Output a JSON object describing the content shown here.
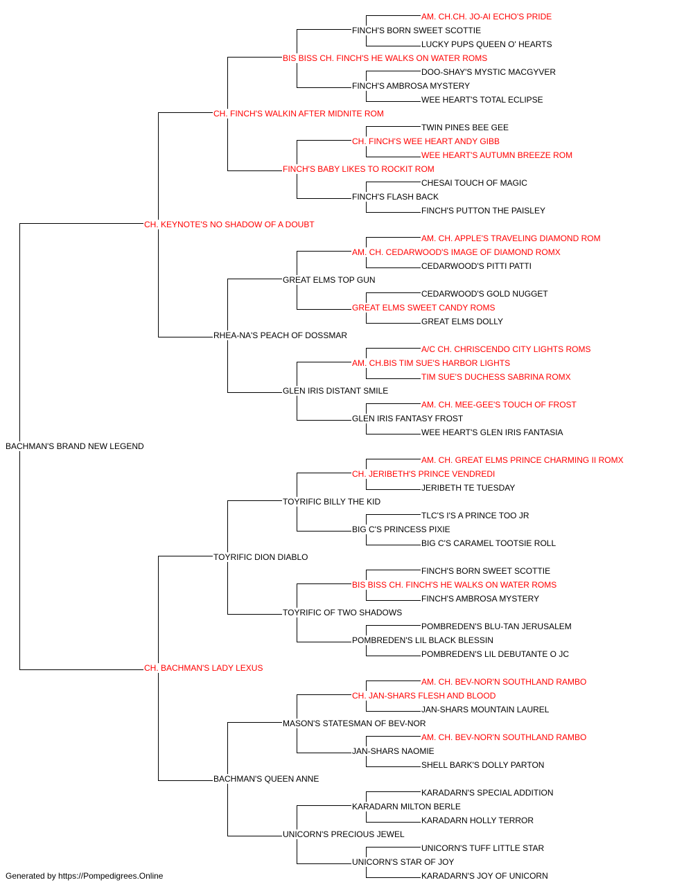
{
  "colors": {
    "titled": "#ff0000",
    "plain": "#000000",
    "line": "#000000"
  },
  "subject": {
    "name": "BACHMAN'S BRAND NEW LEGEND",
    "titled": false
  },
  "parents": [
    {
      "name": "CH. KEYNOTE'S NO SHADOW OF A DOUBT",
      "titled": true
    },
    {
      "name": "CH. BACHMAN'S LADY LEXUS",
      "titled": true
    }
  ],
  "grandparents": [
    {
      "name": "CH. FINCH'S WALKIN AFTER MIDNITE ROM",
      "titled": true
    },
    {
      "name": "RHEA-NA'S PEACH OF DOSSMAR",
      "titled": false
    },
    {
      "name": "TOYRIFIC DION DIABLO",
      "titled": false
    },
    {
      "name": "BACHMAN'S QUEEN ANNE",
      "titled": false
    }
  ],
  "great_grandparents": [
    {
      "name": "BIS BISS CH. FINCH'S HE WALKS ON WATER ROMS",
      "titled": true
    },
    {
      "name": "FINCH'S BABY LIKES TO ROCKIT ROM",
      "titled": true
    },
    {
      "name": "GREAT ELMS TOP GUN",
      "titled": false
    },
    {
      "name": "GLEN IRIS DISTANT SMILE",
      "titled": false
    },
    {
      "name": "TOYRIFIC BILLY THE KID",
      "titled": false
    },
    {
      "name": "TOYRIFIC OF TWO SHADOWS",
      "titled": false
    },
    {
      "name": "MASON'S STATESMAN OF BEV-NOR",
      "titled": false
    },
    {
      "name": "UNICORN'S PRECIOUS JEWEL",
      "titled": false
    }
  ],
  "gen4": [
    {
      "name": "FINCH'S BORN SWEET SCOTTIE",
      "titled": false
    },
    {
      "name": "FINCH'S AMBROSA MYSTERY",
      "titled": false
    },
    {
      "name": "CH. FINCH'S WEE HEART ANDY GIBB",
      "titled": true
    },
    {
      "name": "FINCH'S FLASH BACK",
      "titled": false
    },
    {
      "name": "AM. CH. CEDARWOOD'S IMAGE OF DIAMOND ROMX",
      "titled": true
    },
    {
      "name": "GREAT ELMS SWEET CANDY ROMS",
      "titled": true
    },
    {
      "name": "AM. CH.BIS TIM SUE'S HARBOR LIGHTS",
      "titled": true
    },
    {
      "name": "GLEN IRIS FANTASY FROST",
      "titled": false
    },
    {
      "name": "CH. JERIBETH'S PRINCE VENDREDI",
      "titled": true
    },
    {
      "name": "BIG C'S PRINCESS PIXIE",
      "titled": false
    },
    {
      "name": "BIS BISS CH. FINCH'S HE WALKS ON WATER ROMS",
      "titled": true
    },
    {
      "name": "POMBREDEN'S LIL BLACK BLESSIN",
      "titled": false
    },
    {
      "name": "CH. JAN-SHARS FLESH AND BLOOD",
      "titled": true
    },
    {
      "name": "JAN-SHARS NAOMIE",
      "titled": false
    },
    {
      "name": "KARADARN MILTON BERLE",
      "titled": false
    },
    {
      "name": "UNICORN'S STAR OF JOY",
      "titled": false
    }
  ],
  "gen5": [
    {
      "name": "AM. CH.CH. JO-AI ECHO'S PRIDE",
      "titled": true
    },
    {
      "name": "LUCKY PUPS QUEEN O' HEARTS",
      "titled": false
    },
    {
      "name": "DOO-SHAY'S MYSTIC MACGYVER",
      "titled": false
    },
    {
      "name": "WEE HEART'S TOTAL ECLIPSE",
      "titled": false
    },
    {
      "name": "TWIN PINES BEE GEE",
      "titled": false
    },
    {
      "name": "WEE HEART'S AUTUMN BREEZE ROM",
      "titled": true
    },
    {
      "name": "CHESAI TOUCH OF MAGIC",
      "titled": false
    },
    {
      "name": "FINCH'S PUTTON THE PAISLEY",
      "titled": false
    },
    {
      "name": "AM. CH. APPLE'S TRAVELING DIAMOND ROM",
      "titled": true
    },
    {
      "name": "CEDARWOOD'S PITTI PATTI",
      "titled": false
    },
    {
      "name": "CEDARWOOD'S GOLD NUGGET",
      "titled": false
    },
    {
      "name": "GREAT ELMS DOLLY",
      "titled": false
    },
    {
      "name": "A/C CH. CHRISCENDO CITY LIGHTS ROMS",
      "titled": true
    },
    {
      "name": "TIM SUE'S DUCHESS SABRINA ROMX",
      "titled": true
    },
    {
      "name": "AM. CH. MEE-GEE'S TOUCH OF FROST",
      "titled": true
    },
    {
      "name": "WEE HEART'S GLEN IRIS FANTASIA",
      "titled": false
    },
    {
      "name": "AM. CH. GREAT ELMS PRINCE CHARMING II ROMX",
      "titled": true
    },
    {
      "name": "JERIBETH TE TUESDAY",
      "titled": false
    },
    {
      "name": "TLC'S I'S A PRINCE TOO JR",
      "titled": false
    },
    {
      "name": "BIG C'S CARAMEL TOOTSIE ROLL",
      "titled": false
    },
    {
      "name": "FINCH'S BORN SWEET SCOTTIE",
      "titled": false
    },
    {
      "name": "FINCH'S AMBROSA MYSTERY",
      "titled": false
    },
    {
      "name": "POMBREDEN'S BLU-TAN JERUSALEM",
      "titled": false
    },
    {
      "name": "POMBREDEN'S LIL DEBUTANTE O JC",
      "titled": false
    },
    {
      "name": "AM. CH. BEV-NOR'N SOUTHLAND RAMBO",
      "titled": true
    },
    {
      "name": "JAN-SHARS MOUNTAIN LAUREL",
      "titled": false
    },
    {
      "name": "AM. CH. BEV-NOR'N SOUTHLAND RAMBO",
      "titled": true
    },
    {
      "name": "SHELL BARK'S DOLLY PARTON",
      "titled": false
    },
    {
      "name": "KARADARN'S SPECIAL ADDITION",
      "titled": false
    },
    {
      "name": "KARADARN HOLLY TERROR",
      "titled": false
    },
    {
      "name": "UNICORN'S TUFF LITTLE STAR",
      "titled": false
    },
    {
      "name": "KARADARN'S JOY OF UNICORN",
      "titled": false
    }
  ],
  "footer": {
    "credit": "Generated by https://Pompedigrees.Online"
  }
}
